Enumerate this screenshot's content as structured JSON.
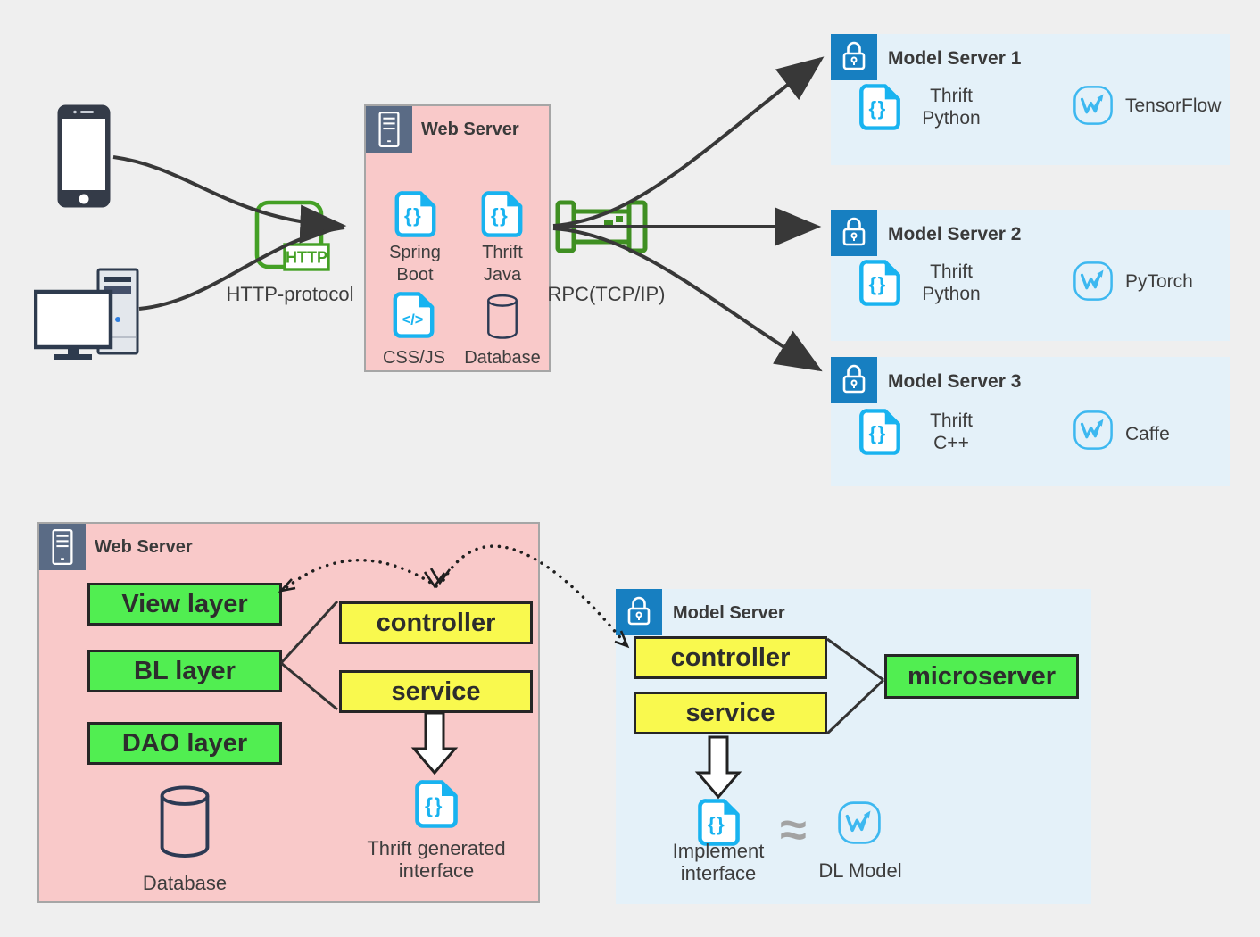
{
  "colors": {
    "background": "#efefef",
    "pink_panel": "#f9c9c9",
    "light_blue_panel": "#e4f1f9",
    "slate_header": "#5a6b85",
    "blue_lock_header": "#177fc1",
    "cyan_icon": "#18b3f0",
    "green_box": "#51ee51",
    "yellow_box": "#f9f94e",
    "http_green": "#44a025",
    "connector_green": "#3f8f22",
    "line": "#383838"
  },
  "top_section": {
    "http_badge": "HTTP",
    "http_protocol_label": "HTTP-protocol",
    "rpc_label": "RPC(TCP/IP)",
    "web_server": {
      "title": "Web Server",
      "items": [
        {
          "label": "Spring\nBoot"
        },
        {
          "label": "Thrift\nJava"
        },
        {
          "label": "CSS/JS"
        },
        {
          "label": "Database"
        }
      ]
    },
    "model_servers": [
      {
        "title": "Model Server 1",
        "thrift_label": "Thrift\nPython",
        "framework": "TensorFlow"
      },
      {
        "title": "Model Server 2",
        "thrift_label": "Thrift\nPython",
        "framework": "PyTorch"
      },
      {
        "title": "Model Server 3",
        "thrift_label": "Thrift\nC++",
        "framework": "Caffe"
      }
    ]
  },
  "bottom_section": {
    "web_server": {
      "title": "Web Server",
      "view_layer": "View layer",
      "bl_layer": "BL layer",
      "dao_layer": "DAO layer",
      "controller": "controller",
      "service": "service",
      "database_label": "Database",
      "thrift_interface_label": "Thrift generated\ninterface"
    },
    "model_server": {
      "title": "Model Server",
      "controller": "controller",
      "service": "service",
      "microserver": "microserver",
      "implement_label": "Implement\ninterface",
      "approx": "≈",
      "dl_model_label": "DL Model"
    }
  }
}
